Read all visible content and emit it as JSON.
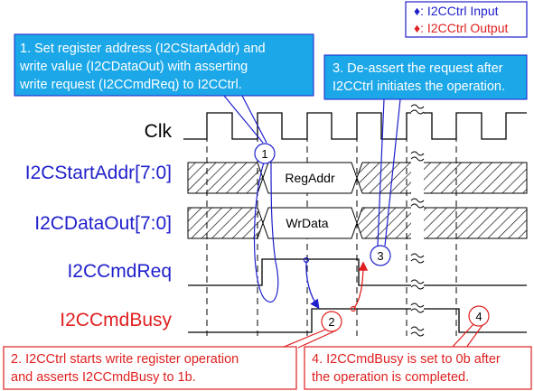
{
  "legend": {
    "input_label": "♦: I2CCtrl Input",
    "output_label": "♦: I2CCtrl Output"
  },
  "signals": {
    "clk": "Clk",
    "start_addr": "I2CStartAddr[7:0]",
    "data_out": "I2CDataOut[7:0]",
    "cmd_req": "I2CCmdReq",
    "cmd_busy": "I2CCmdBusy"
  },
  "bus_values": {
    "start_addr_value": "RegAddr",
    "data_out_value": "WrData"
  },
  "callouts": {
    "c1": {
      "line1": "1. Set register address (I2CStartAddr) and",
      "line2": "write value (I2CDataOut) with asserting",
      "line3": "write request (I2CCmdReq) to I2CCtrl."
    },
    "c2": {
      "line1": "2. I2CCtrl starts write register operation",
      "line2": "and asserts I2CCmdBusy to 1b."
    },
    "c3": {
      "line1": "3. De-assert the request after",
      "line2": "I2CCtrl initiates the operation."
    },
    "c4": {
      "line1": "4. I2CCmdBusy is set to 0b after",
      "line2": "the operation is completed."
    }
  },
  "markers": {
    "m1": "1",
    "m2": "2",
    "m3": "3",
    "m4": "4"
  },
  "colors": {
    "input": "#1f1fcc",
    "output": "#e02020",
    "callout_fill": "#1ba7e8",
    "marker_stroke": "#1f1fcc"
  }
}
